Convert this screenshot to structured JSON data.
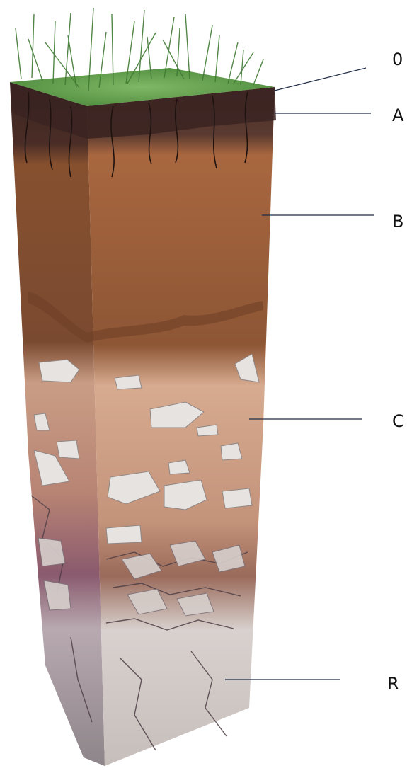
{
  "diagram": {
    "horizon_labels": [
      "0",
      "A",
      "B",
      "C",
      "R"
    ],
    "colors": {
      "grass": "#5f9a4a",
      "organic_layer": "#3a2522",
      "topsoil_a": "#4a2f2b",
      "subsoil_b": "#9a5f3c",
      "parent_material_c": "#c79a7f",
      "bedrock_r": "#ccc6c3",
      "leader_lines": "#1f2a44"
    }
  }
}
